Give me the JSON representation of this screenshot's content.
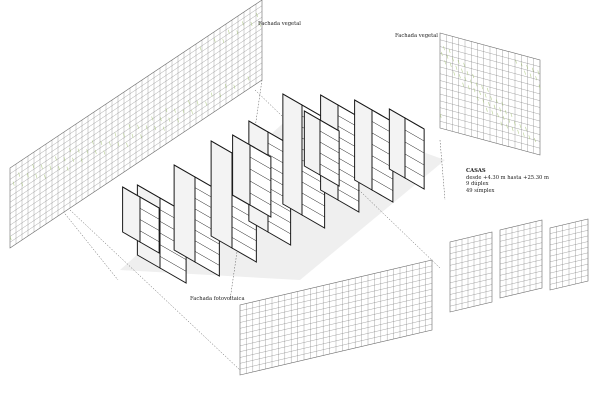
{
  "labels": {
    "fachada_vegetal_left": "Fachada vegetal",
    "fachada_vegetal_right": "Fachada vegetal",
    "fachada_fotovoltaica": "Fachada fotovoltaica"
  },
  "casas": {
    "title": "CASAS",
    "range": "desde +4.30 m hasta +25.30 m",
    "duplex": "9 dúplex",
    "simplex": "49 símplex"
  },
  "colors": {
    "ink": "#1a1a1a",
    "grid": "#6b6b6b",
    "vegetation": "#9dbf6a",
    "shadow": "#d2d2d2"
  }
}
